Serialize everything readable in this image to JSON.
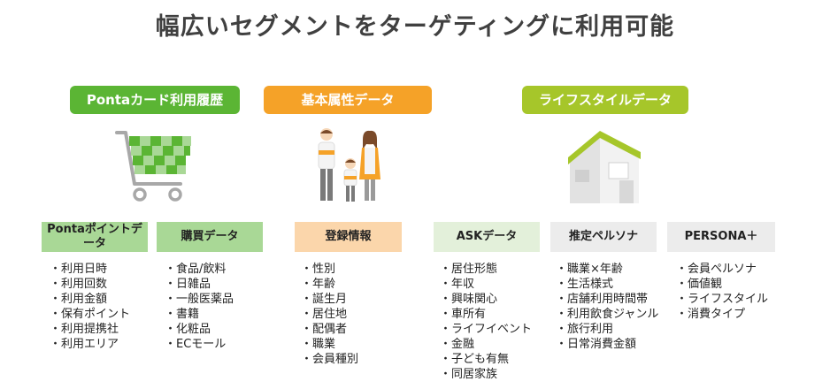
{
  "title": "幅広いセグメントをターゲティングに利用可能",
  "colors": {
    "green": "#5bb534",
    "orange": "#f5a228",
    "lime": "#a6c62a",
    "green_light": "#a9d896",
    "orange_light": "#fbd6ab",
    "lime_light": "#e3f0da",
    "gray_light": "#ececec"
  },
  "categories": [
    {
      "label": "Pontaカード利用履歴",
      "subs": [
        {
          "label": "Pontaポイントデータ",
          "items": [
            "利用日時",
            "利用回数",
            "利用金額",
            "保有ポイント",
            "利用提携社",
            "利用エリア"
          ]
        },
        {
          "label": "購買データ",
          "items": [
            "食品/飲料",
            "日雑品",
            "一般医薬品",
            "書籍",
            "化粧品",
            "ECモール"
          ]
        }
      ]
    },
    {
      "label": "基本属性データ",
      "subs": [
        {
          "label": "登録情報",
          "items": [
            "性別",
            "年齢",
            "誕生月",
            "居住地",
            "配偶者",
            "職業",
            "会員種別"
          ]
        }
      ]
    },
    {
      "label": "ライフスタイルデータ",
      "subs": [
        {
          "label": "ASKデータ",
          "items": [
            "居住形態",
            "年収",
            "興味関心",
            "車所有",
            "ライフイベント",
            "金融",
            "子ども有無",
            "同居家族"
          ]
        },
        {
          "label": "推定ペルソナ",
          "items": [
            "職業×年齢",
            "生活様式",
            "店舗利用時間帯",
            "利用飲食ジャンル",
            "旅行利用",
            "日常消費金額"
          ]
        },
        {
          "label": "PERSONA＋",
          "items": [
            "会員ペルソナ",
            "価値観",
            "ライフスタイル",
            "消費タイプ"
          ]
        }
      ]
    }
  ],
  "icons": [
    "shopping-cart-icon",
    "family-icon",
    "house-icon"
  ]
}
